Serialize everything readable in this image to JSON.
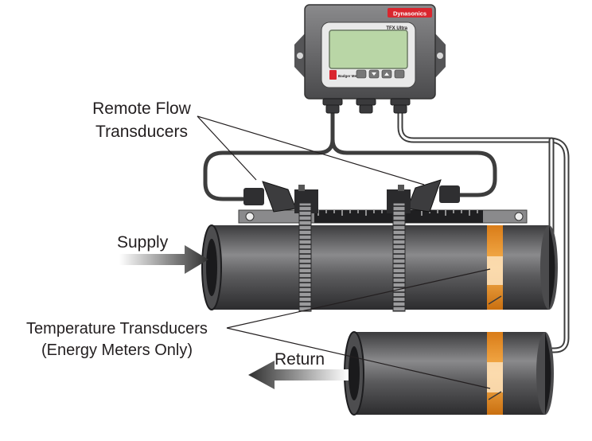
{
  "meter": {
    "brand": "Dynasonics",
    "model": "TFX Ultra",
    "maker": "Badger Meter"
  },
  "labels": {
    "remote_flow_line1": "Remote Flow",
    "remote_flow_line2": "Transducers",
    "supply": "Supply",
    "return": "Return",
    "temperature_line1": "Temperature Transducers",
    "temperature_line2": "(Energy Meters Only)"
  },
  "colors": {
    "pipe": "#5c5c5e",
    "cable": "#3d3d3d",
    "band": "#f39a2b",
    "housing": "#6a6a6c",
    "lcd": "#b9d6a6",
    "brand_red": "#d9262e",
    "arrow": "#3a3a3a"
  }
}
